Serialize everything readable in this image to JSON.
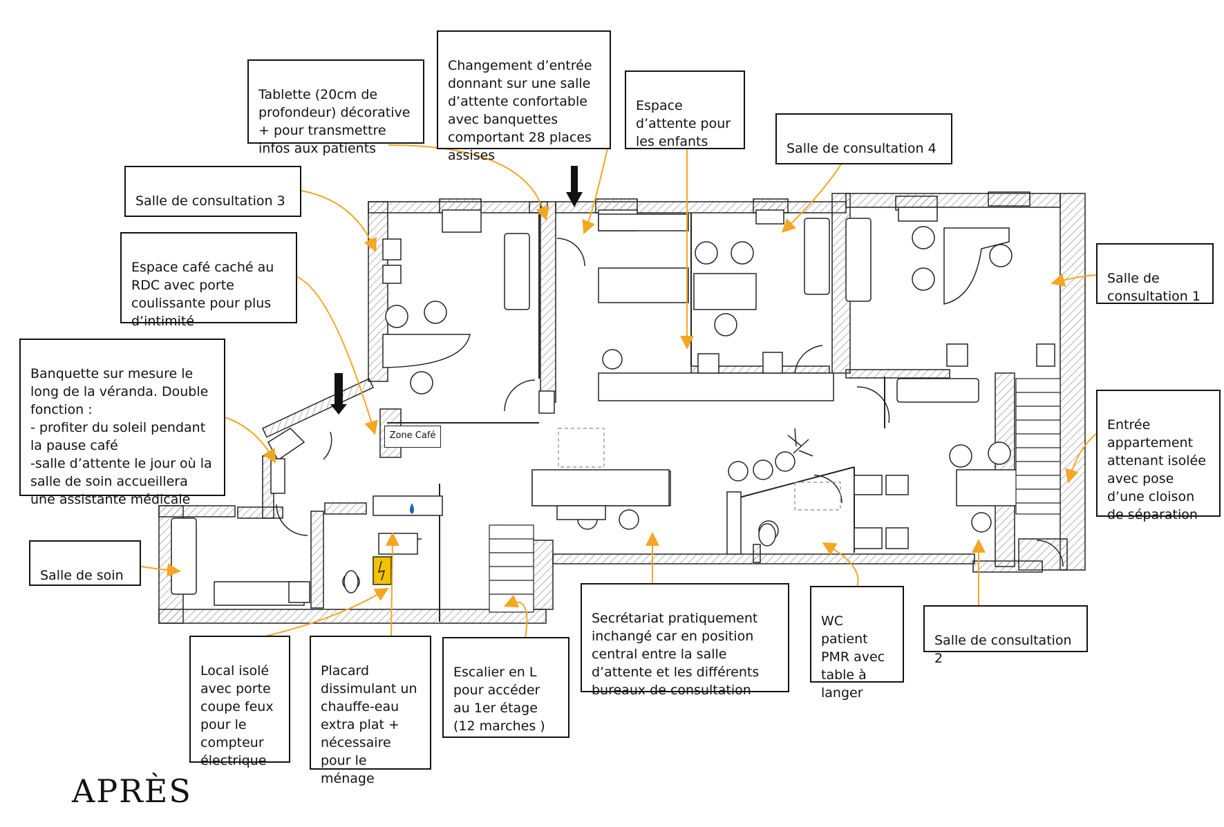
{
  "title": "APRÈS",
  "zone_label": "Zone Café",
  "colors": {
    "leader": "#f5a623",
    "wall_hatch": "#8a8a8a",
    "electric": "#f2c300",
    "water": "#1f5fbf",
    "ink": "#111111"
  },
  "callouts": [
    {
      "id": "tablette",
      "text": "Tablette (20cm de profondeur) décorative + pour transmettre infos aux patients"
    },
    {
      "id": "entree",
      "text": "Changement d’entrée donnant sur une salle d’attente confortable avec banquettes comportant 28 places assises"
    },
    {
      "id": "enfants",
      "text": "Espace d’attente pour les enfants"
    },
    {
      "id": "consult4",
      "text": "Salle de consultation 4"
    },
    {
      "id": "consult3",
      "text": "Salle de consultation 3"
    },
    {
      "id": "cafe",
      "text": "Espace café caché au RDC avec porte coulissante pour plus d’intimité"
    },
    {
      "id": "banquette",
      "text": "Banquette sur mesure le long de la véranda. Double fonction :\n- profiter du soleil pendant la pause café\n-salle d’attente le jour où la salle de soin accueillera une assistante médicale"
    },
    {
      "id": "consult1",
      "text": "Salle de consultation 1"
    },
    {
      "id": "appartement",
      "text": "Entrée appartement attenant isolée avec pose d’une cloison de séparation"
    },
    {
      "id": "soin",
      "text": "Salle de soin"
    },
    {
      "id": "local",
      "text": "Local isolé avec porte coupe feux pour le compteur électrique"
    },
    {
      "id": "placard",
      "text": "Placard dissimulant un chauffe-eau extra plat + nécessaire pour le ménage"
    },
    {
      "id": "escalier",
      "text": "Escalier en L pour accéder au 1er étage  (12 marches )"
    },
    {
      "id": "secretariat",
      "text": "Secrétariat pratiquement inchangé car en position central entre la salle d’attente et les différents bureaux de consultation"
    },
    {
      "id": "wc",
      "text": "WC patient PMR avec table à langer"
    },
    {
      "id": "consult2",
      "text": "Salle de consultation 2"
    }
  ]
}
